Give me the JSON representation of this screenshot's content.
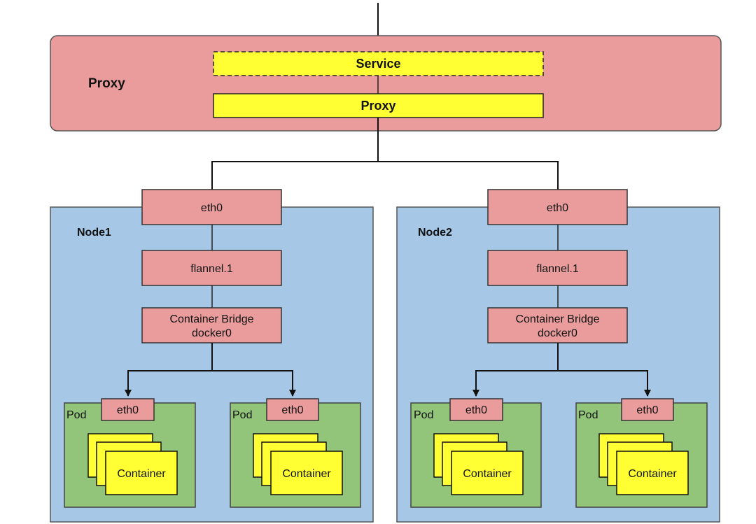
{
  "proxy_panel": {
    "label": "Proxy"
  },
  "service_box": {
    "label": "Service"
  },
  "proxy_box": {
    "label": "Proxy"
  },
  "nodes": [
    {
      "label": "Node1",
      "eth0": "eth0",
      "flannel": "flannel.1",
      "bridge": [
        "Container Bridge",
        "docker0"
      ],
      "pods": [
        {
          "label": "Pod",
          "eth0": "eth0",
          "container": "Container"
        },
        {
          "label": "Pod",
          "eth0": "eth0",
          "container": "Container"
        }
      ]
    },
    {
      "label": "Node2",
      "eth0": "eth0",
      "flannel": "flannel.1",
      "bridge": [
        "Container Bridge",
        "docker0"
      ],
      "pods": [
        {
          "label": "Pod",
          "eth0": "eth0",
          "container": "Container"
        },
        {
          "label": "Pod",
          "eth0": "eth0",
          "container": "Container"
        }
      ]
    }
  ],
  "colors": {
    "proxy_panel_fill": "#ea9c9c",
    "node_fill": "#a6c8e6",
    "interface_fill": "#ea9c9c",
    "pod_fill": "#92c57a",
    "yellow_fill": "#ffff33",
    "stroke": "#222222"
  }
}
